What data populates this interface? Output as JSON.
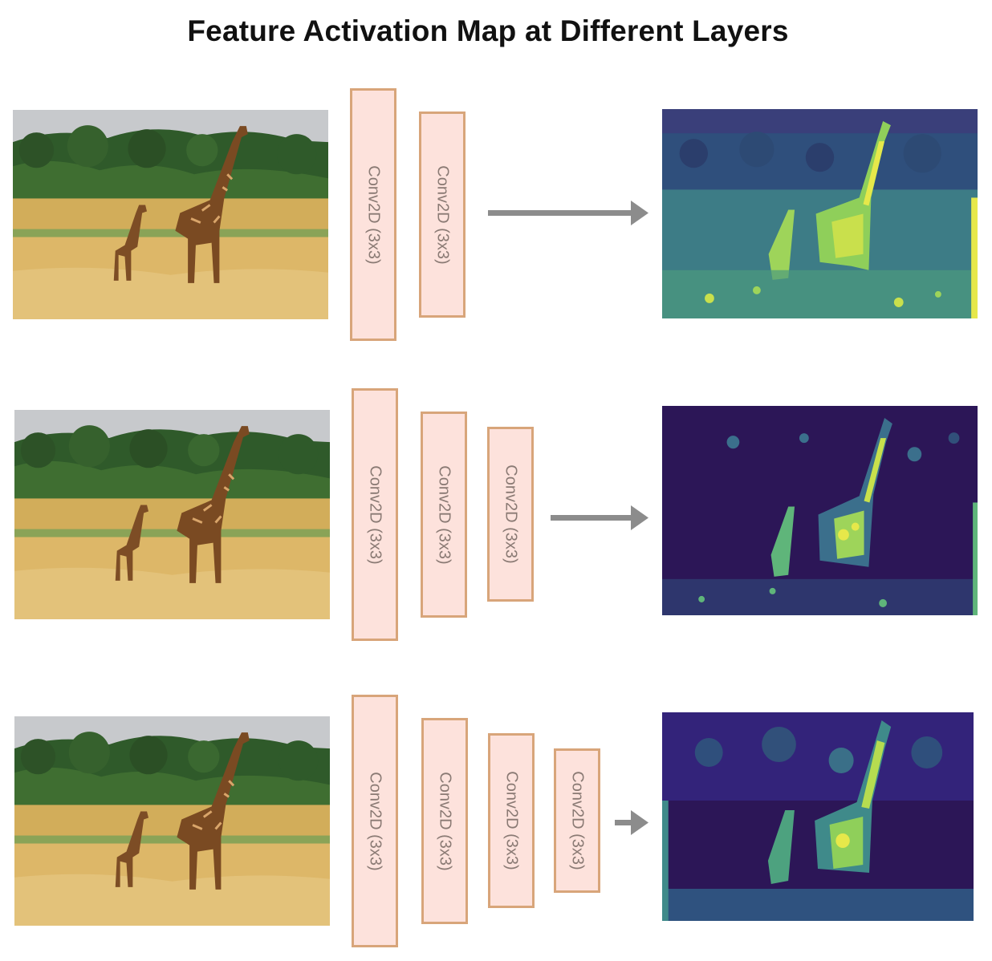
{
  "title": "Feature Activation Map at Different Layers",
  "conv_label": "Conv2D (3x3)",
  "rows": [
    {
      "conv_layers": [
        "Conv2D (3x3)",
        "Conv2D (3x3)"
      ]
    },
    {
      "conv_layers": [
        "Conv2D (3x3)",
        "Conv2D (3x3)",
        "Conv2D (3x3)"
      ]
    },
    {
      "conv_layers": [
        "Conv2D (3x3)",
        "Conv2D (3x3)",
        "Conv2D (3x3)",
        "Conv2D (3x3)"
      ]
    }
  ],
  "colors": {
    "conv_fill": "#fde2dc",
    "conv_border": "#d8a57a",
    "conv_text": "#8a7a74",
    "arrow": "#8c8c8c",
    "viridis_dark": "#2c1657",
    "viridis_teal": "#3b7f86",
    "viridis_yellow": "#e6e84a"
  },
  "icons": [
    "giraffe-photo",
    "activation-heatmap",
    "right-arrow-icon"
  ]
}
